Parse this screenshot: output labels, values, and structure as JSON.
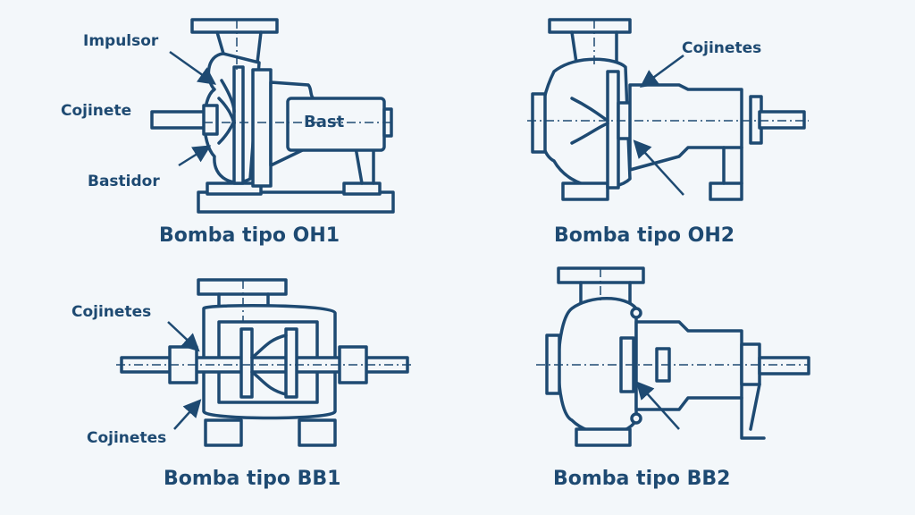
{
  "oh1": {
    "title": "Bomba tipo OH1",
    "labels": {
      "impulsor": "Impulsor",
      "cojinete": "Cojinete",
      "bastidor": "Bastidor"
    },
    "motor_text": "Bast"
  },
  "oh2": {
    "title": "Bomba tipo OH2",
    "labels": {
      "cojinetes": "Cojinetes"
    }
  },
  "bb1": {
    "title": "Bomba tipo BB1",
    "labels": {
      "cojinetes_top": "Cojinetes",
      "cojinetes_bottom": "Cojinetes"
    }
  },
  "bb2": {
    "title": "Bomba tipo BB2"
  },
  "colors": {
    "line": "#1e4a72",
    "background": "#f3f7fa"
  }
}
